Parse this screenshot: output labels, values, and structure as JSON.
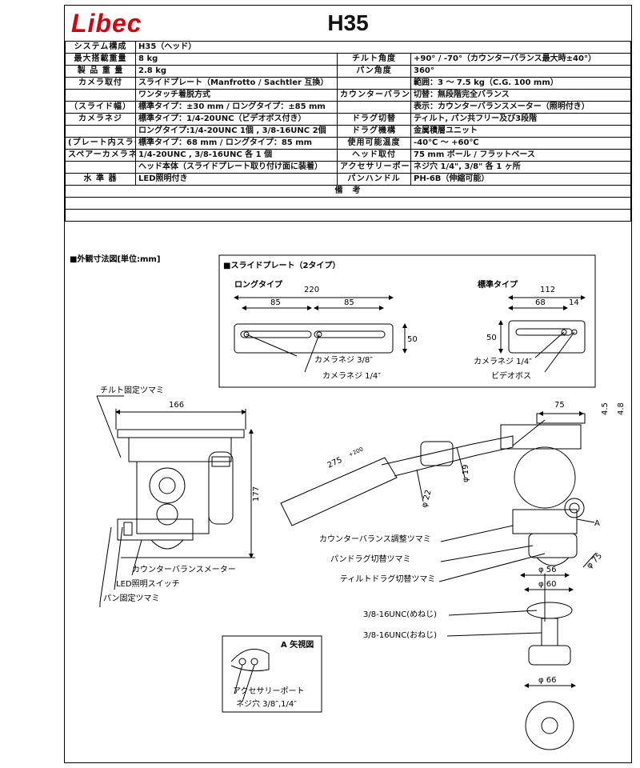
{
  "header": {
    "brand": "Libec",
    "model": "H35"
  },
  "system": {
    "label": "システム構成",
    "value": "H35（ヘッド）"
  },
  "left_rows": [
    {
      "label": "最大搭載重量",
      "value": "8 kg"
    },
    {
      "label": "製 品 重 量",
      "value": "2.8 kg"
    },
    {
      "label": "カメラ取付",
      "value": "スライドプレート（Manfrotto / Sachtler 互換）"
    },
    {
      "label": "",
      "value": "ワンタッチ着脱方式"
    },
    {
      "label": "（スライド幅）",
      "value": "標準タイプ：±30 mm / ロングタイプ：±85 mm"
    },
    {
      "label": "カメラネジ",
      "value": "標準タイプ：1/4-20UNC（ビデオボス付き）"
    },
    {
      "label": "",
      "value": "ロングタイプ:1/4-20UNC 1個 , 3/8-16UNC 2個"
    },
    {
      "label": "(プレート内スライド幅)",
      "value": "標準タイプ：68 mm / ロングタイプ：85 mm"
    },
    {
      "label": "スペアーカメラネジ",
      "value": "1/4-20UNC , 3/8-16UNC 各 1 個"
    },
    {
      "label": "",
      "value": "ヘッド本体（スライドプレート取り付け面に装着）"
    },
    {
      "label": "水 準 器",
      "value": "LED照明付き"
    }
  ],
  "right_rows": [
    {
      "label": "チルト角度",
      "value": "+90° / -70°（カウンターバランス最大時±40°）"
    },
    {
      "label": "パン角度",
      "value": "360°"
    },
    {
      "label": "",
      "value": "範囲：3 ～ 7.5 kg（C.G. 100 mm）"
    },
    {
      "label": "カウンターバランス",
      "value": "切替：無段階完全バランス"
    },
    {
      "label": "",
      "value": "表示：カウンターバランスメーター（照明付き）"
    },
    {
      "label": "ドラグ切替",
      "value": "ティルト, パン共フリー及び3段階"
    },
    {
      "label": "ドラグ機構",
      "value": "金属積層ユニット"
    },
    {
      "label": "使用可能温度",
      "value": "-40℃ ～ +60℃"
    },
    {
      "label": "ヘッド取付",
      "value": "75 mm ボール / フラットベース"
    },
    {
      "label": "アクセサリーポート",
      "value": "ネジ穴 1/4\", 3/8\" 各 1 ヶ所"
    },
    {
      "label": "パンハンドル",
      "value": "PH-6B（伸縮可能）"
    }
  ],
  "remarks_label": "備　考",
  "drawing": {
    "title": "■外観寸法図[単位:mm]",
    "slide": {
      "title": "■スライドプレート（2タイプ）",
      "long_label": "ロングタイプ",
      "std_label": "標準タイプ",
      "long_width": "220",
      "long_seg1": "85",
      "long_seg2": "85",
      "long_height": "50",
      "std_width": "112",
      "std_seg": "68",
      "std_off": "14",
      "std_height": "50",
      "screw_38": "カメラネジ 3/8″",
      "screw_14": "カメラネジ 1/4″",
      "screw_14_std": "カメラネジ 1/4″",
      "video_boss": "ビデオボス"
    },
    "front": {
      "tilt_lock": "チルト固定ツマミ",
      "width": "166",
      "height": "177",
      "cb_meter": "カウンターバランスメーター",
      "led_switch": "LED照明スイッチ",
      "pan_lock": "パン固定ツマミ"
    },
    "side": {
      "arm_len": "275",
      "arm_ext": "+200",
      "d22": "φ 22",
      "d19": "φ 19",
      "top75": "75",
      "d45": "4.5",
      "d48": "4.8",
      "cb_knob": "カウンターバランス調整ツマミ",
      "pan_drag": "パンドラグ切替ツマミ",
      "tilt_drag": "ティルトドラグ切替ツマミ",
      "a_mark": "A",
      "d75": "φ 75",
      "d56": "φ 56",
      "d60": "φ 60",
      "unc_f": "3/8-16UNC(めねじ)",
      "unc_m": "3/8-16UNC(おねじ)",
      "d66": "φ 66"
    },
    "aview": {
      "title": "A 矢視図",
      "port": "アクセサリーポート",
      "port_holes": "ネジ穴 3/8″,1/4″"
    }
  }
}
